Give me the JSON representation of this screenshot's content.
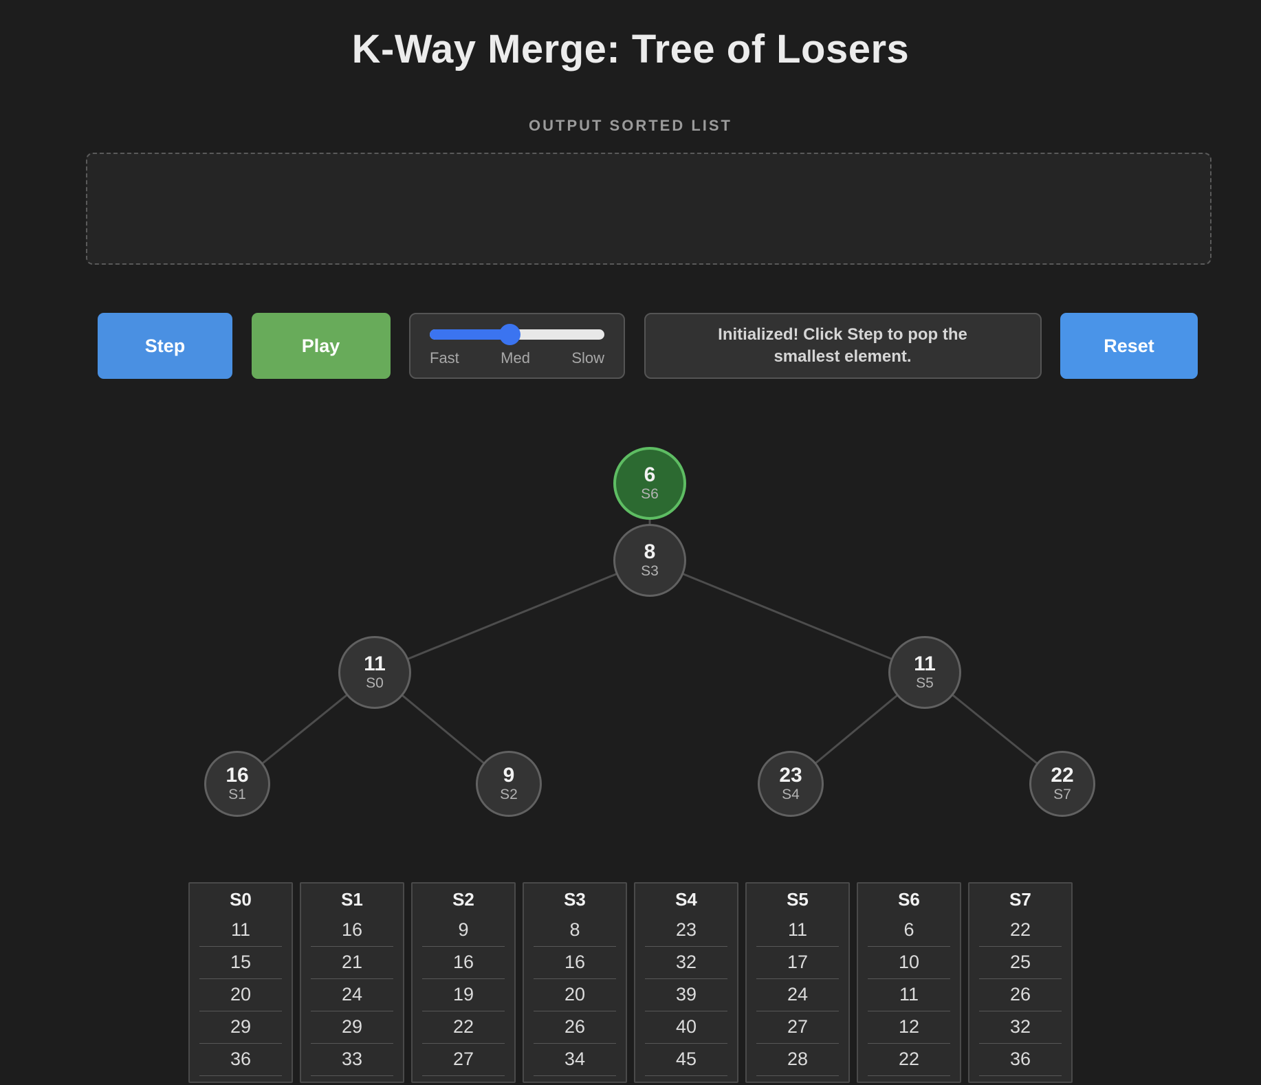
{
  "title": "K-Way Merge: Tree of Losers",
  "output_section": {
    "heading": "OUTPUT SORTED LIST",
    "items": []
  },
  "controls": {
    "step": "Step",
    "play": "Play",
    "reset": "Reset",
    "status": "Initialized! Click Step to pop the smallest element.",
    "speed_slider": {
      "labels": [
        "Fast",
        "Med",
        "Slow"
      ],
      "position_percent": 46
    }
  },
  "tree": {
    "nodes": [
      {
        "value": "6",
        "source": "S6",
        "role": "winner"
      },
      {
        "value": "8",
        "source": "S3",
        "role": "loser"
      },
      {
        "value": "11",
        "source": "S0",
        "role": "loser"
      },
      {
        "value": "11",
        "source": "S5",
        "role": "loser"
      },
      {
        "value": "16",
        "source": "S1",
        "role": "loser"
      },
      {
        "value": "9",
        "source": "S2",
        "role": "loser"
      },
      {
        "value": "23",
        "source": "S4",
        "role": "loser"
      },
      {
        "value": "22",
        "source": "S7",
        "role": "loser"
      }
    ]
  },
  "lists": [
    {
      "name": "S0",
      "values": [
        "11",
        "15",
        "20",
        "29",
        "36"
      ]
    },
    {
      "name": "S1",
      "values": [
        "16",
        "21",
        "24",
        "29",
        "33"
      ]
    },
    {
      "name": "S2",
      "values": [
        "9",
        "16",
        "19",
        "22",
        "27"
      ]
    },
    {
      "name": "S3",
      "values": [
        "8",
        "16",
        "20",
        "26",
        "34"
      ]
    },
    {
      "name": "S4",
      "values": [
        "23",
        "32",
        "39",
        "40",
        "45"
      ]
    },
    {
      "name": "S5",
      "values": [
        "11",
        "17",
        "24",
        "27",
        "28"
      ]
    },
    {
      "name": "S6",
      "values": [
        "6",
        "10",
        "11",
        "12",
        "22"
      ]
    },
    {
      "name": "S7",
      "values": [
        "22",
        "25",
        "26",
        "32",
        "36"
      ]
    }
  ],
  "colors": {
    "background": "#1d1d1d",
    "accent_blue": "#4a90e2",
    "accent_green": "#68ab5a",
    "slider_blue": "#3b74f0",
    "winner_fill": "#2c6a31",
    "winner_border": "#5ebd63"
  }
}
